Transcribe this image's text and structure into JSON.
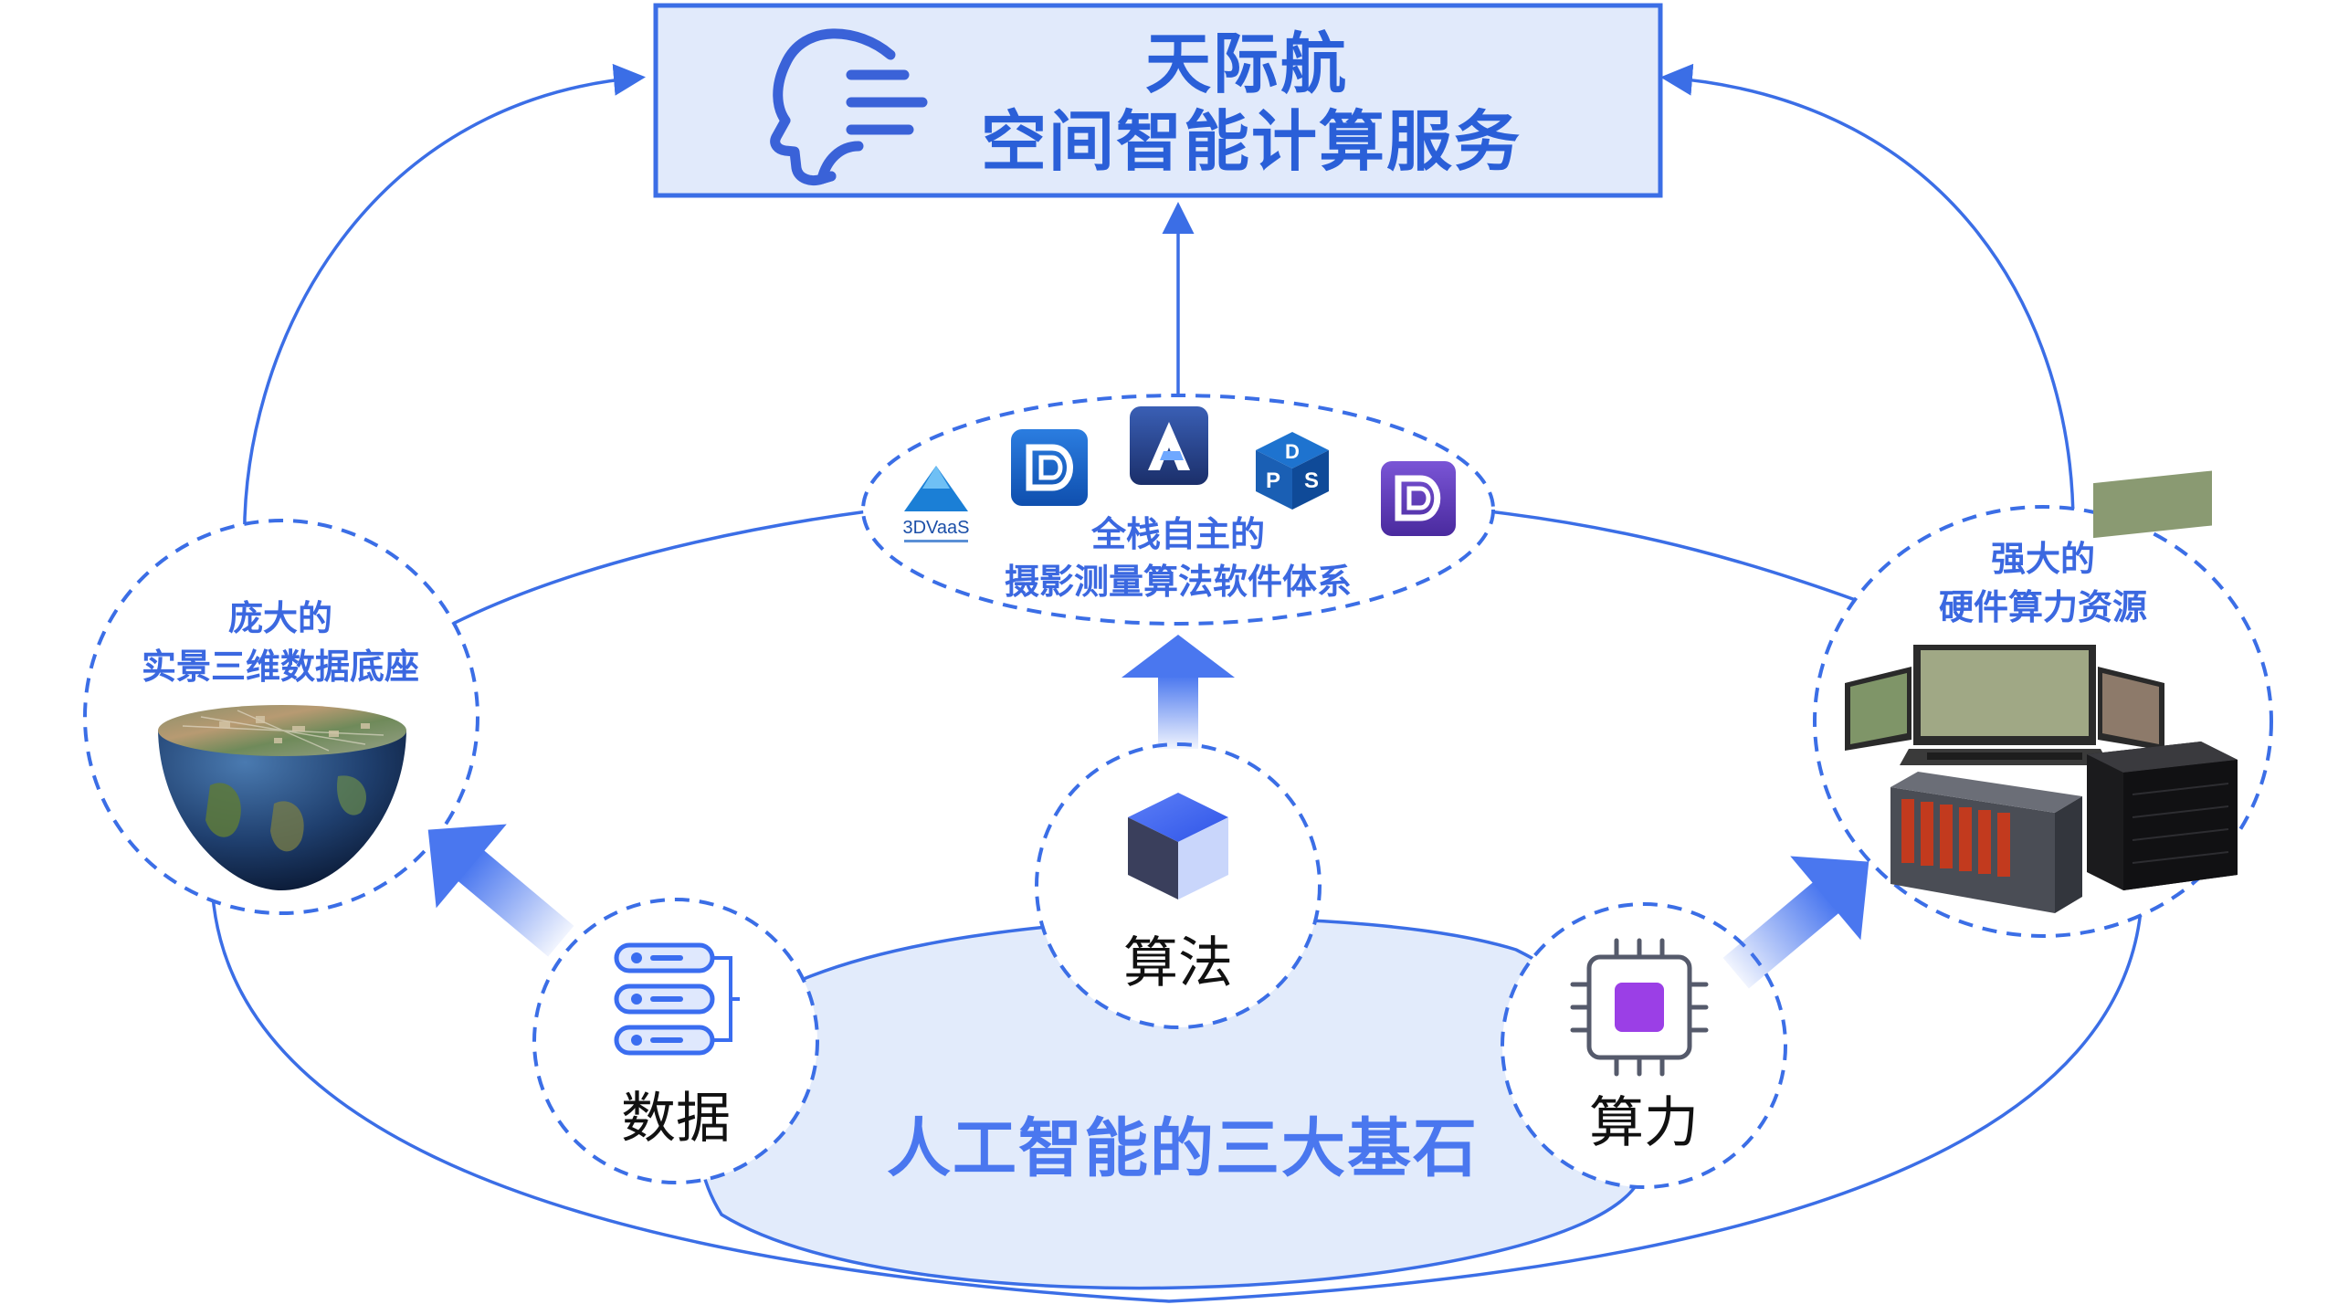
{
  "header": {
    "title_line1": "天际航",
    "title_line2": "空间智能计算服务"
  },
  "software_node": {
    "caption_line1": "全栈自主的",
    "caption_line2": "摄影测量算法软件体系",
    "logo_texts": {
      "vaas": "3DVaaS",
      "dps_d": "D",
      "dps_p": "P",
      "dps_s": "S"
    }
  },
  "data_node": {
    "caption_line1": "庞大的",
    "caption_line2": "实景三维数据底座"
  },
  "hardware_node": {
    "caption_line1": "强大的",
    "caption_line2": "硬件算力资源"
  },
  "pillars": {
    "data": "数据",
    "algorithm": "算法",
    "compute": "算力"
  },
  "bottom_title": "人工智能的三大基石",
  "colors": {
    "accent": "#3b6ee6",
    "title_text": "#2a5fd8",
    "title_box_fill": "#e1eafb",
    "core_fill": "#e2ebfb",
    "chip_accent": "#9b3fe6"
  }
}
